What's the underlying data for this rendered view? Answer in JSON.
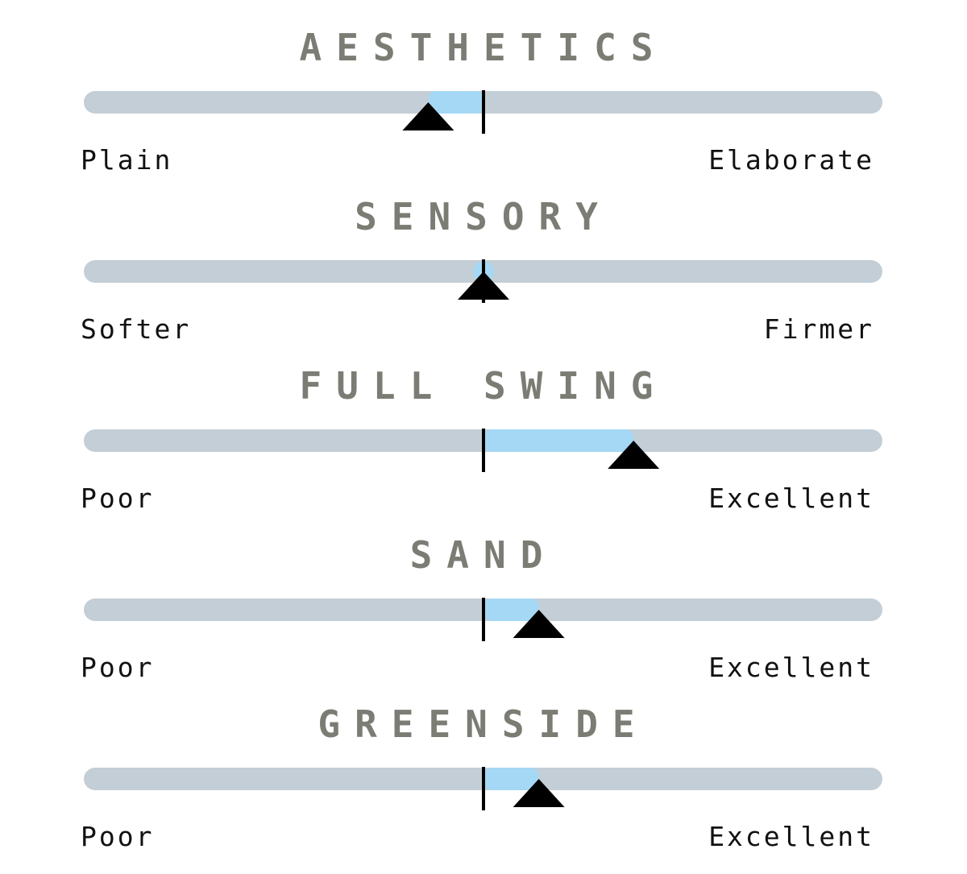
{
  "chart_data": {
    "type": "diverging-slider",
    "range": [
      -1,
      1
    ],
    "center": 0,
    "colors": {
      "track": "#c3ced6",
      "fill": "#a5d8f4",
      "marker": "#000000",
      "title": "#7b7c74",
      "label": "#111111"
    },
    "rows": [
      {
        "title": "AESTHETICS",
        "left_label": "Plain",
        "right_label": "Elaborate",
        "value": -0.14
      },
      {
        "title": "SENSORY",
        "left_label": "Softer",
        "right_label": "Firmer",
        "value": 0.0
      },
      {
        "title": "FULL SWING",
        "left_label": "Poor",
        "right_label": "Excellent",
        "value": 0.38
      },
      {
        "title": "SAND",
        "left_label": "Poor",
        "right_label": "Excellent",
        "value": 0.14
      },
      {
        "title": "GREENSIDE",
        "left_label": "Poor",
        "right_label": "Excellent",
        "value": 0.14
      }
    ]
  }
}
